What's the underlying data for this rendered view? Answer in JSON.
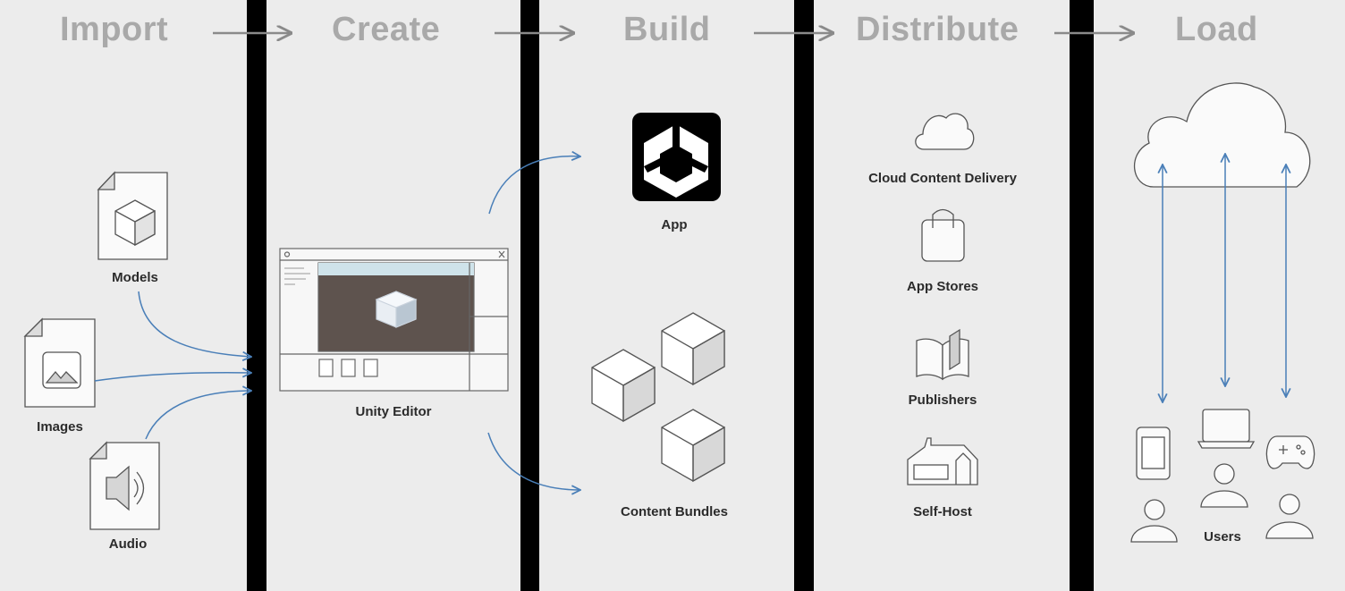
{
  "stages": [
    {
      "title": "Import"
    },
    {
      "title": "Create"
    },
    {
      "title": "Build"
    },
    {
      "title": "Distribute"
    },
    {
      "title": "Load"
    }
  ],
  "import": {
    "models": "Models",
    "images": "Images",
    "audio": "Audio"
  },
  "create": {
    "editor": "Unity Editor"
  },
  "build": {
    "app": "App",
    "bundles": "Content Bundles"
  },
  "distribute": {
    "cloud": "Cloud Content Delivery",
    "stores": "App Stores",
    "publishers": "Publishers",
    "selfhost": "Self-Host"
  },
  "load": {
    "users": "Users"
  },
  "colors": {
    "arrow": "#4a7fb8",
    "divider": "#000000",
    "title": "#a9a9a9",
    "background": "#ececec"
  }
}
